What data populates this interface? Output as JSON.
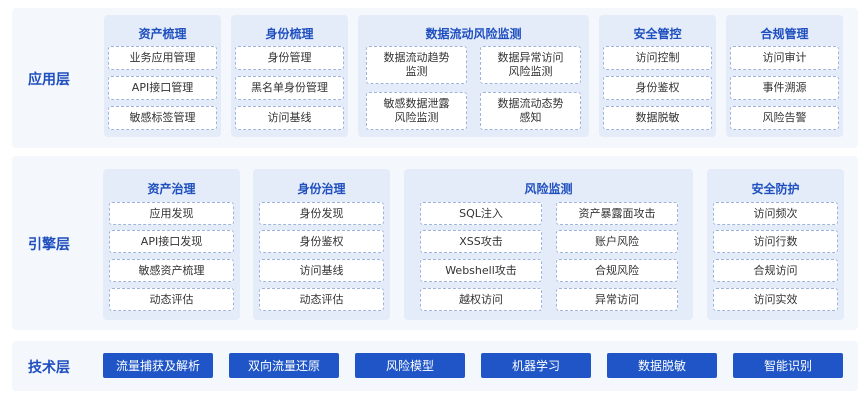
{
  "layers": {
    "app_label": "应用层",
    "engine_label": "引擎层",
    "tech_label": "技术层"
  },
  "app": {
    "asset": {
      "title": "资产梳理",
      "items": [
        "业务应用管理",
        "API接口管理",
        "敏感标签管理"
      ]
    },
    "identity": {
      "title": "身份梳理",
      "items": [
        "身份管理",
        "黑名单身份管理",
        "访问基线"
      ]
    },
    "dataflow": {
      "title": "数据流动风险监测",
      "items": [
        "数据流动趋势\n监测",
        "数据异常访问\n风险监测",
        "敏感数据泄露\n风险监测",
        "数据流动态势\n感知"
      ]
    },
    "security": {
      "title": "安全管控",
      "items": [
        "访问控制",
        "身份鉴权",
        "数据脱敏"
      ]
    },
    "compliance": {
      "title": "合规管理",
      "items": [
        "访问审计",
        "事件溯源",
        "风险告警"
      ]
    }
  },
  "engine": {
    "asset": {
      "title": "资产治理",
      "items": [
        "应用发现",
        "API接口发现",
        "敏感资产梳理",
        "动态评估"
      ]
    },
    "identity": {
      "title": "身份治理",
      "items": [
        "身份发现",
        "身份鉴权",
        "访问基线",
        "动态评估"
      ]
    },
    "risk": {
      "title": "风险监测",
      "items": [
        "SQL注入",
        "资产暴露面攻击",
        "XSS攻击",
        "账户风险",
        "Webshell攻击",
        "合规风险",
        "越权访问",
        "异常访问"
      ]
    },
    "defense": {
      "title": "安全防护",
      "items": [
        "访问频次",
        "访问行数",
        "合规访问",
        "访问实效"
      ]
    }
  },
  "tech": {
    "items": [
      "流量捕获及解析",
      "双向流量还原",
      "风险模型",
      "机器学习",
      "数据脱敏",
      "智能识别"
    ]
  },
  "colors": {
    "accent": "#1f55c7",
    "title": "#1f4fbf",
    "layer_bg": "#f4f7fc",
    "group_bg": "#e4ecfa"
  }
}
